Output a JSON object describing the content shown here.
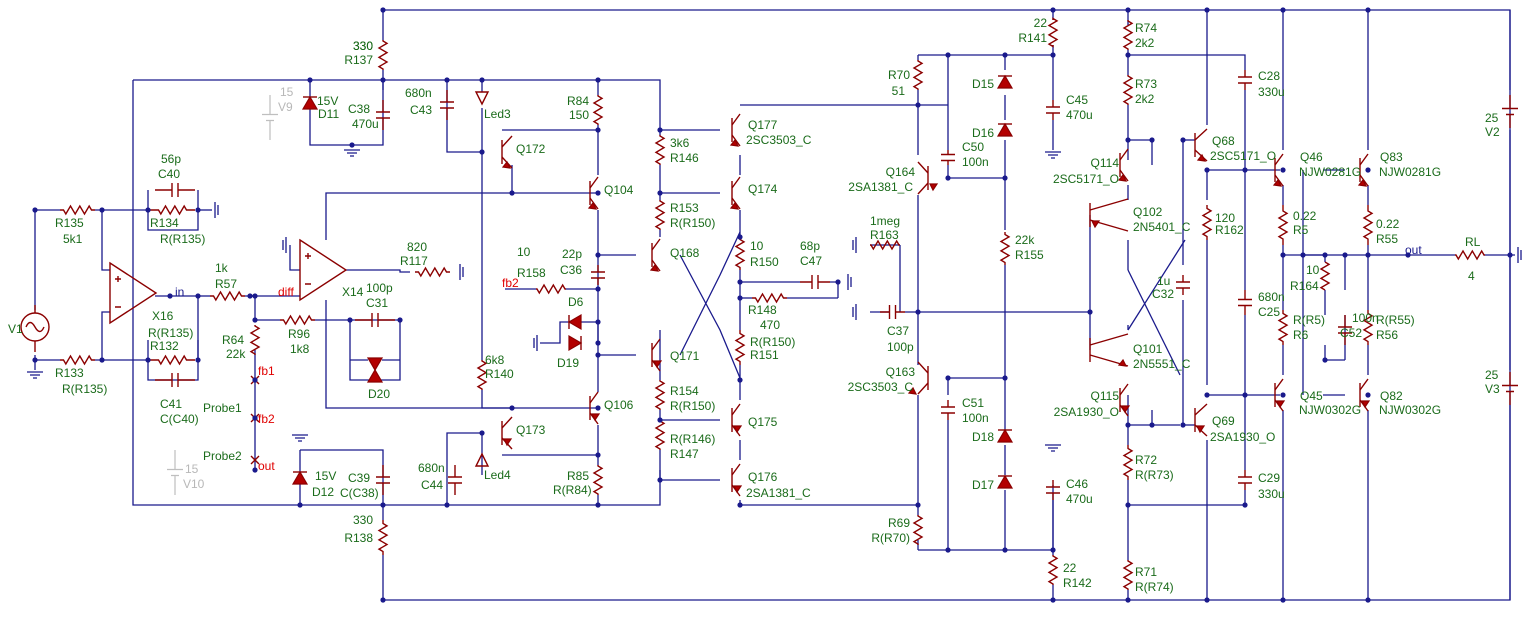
{
  "components": [
    {
      "ref": "R137",
      "value": "330"
    },
    {
      "ref": "R138",
      "value": "330"
    },
    {
      "ref": "V9",
      "value": "15"
    },
    {
      "ref": "V10",
      "value": "15"
    },
    {
      "ref": "D11",
      "value": "15V"
    },
    {
      "ref": "D12",
      "value": "15V"
    },
    {
      "ref": "C38",
      "value": "470u"
    },
    {
      "ref": "C39",
      "value": "C(C38)"
    },
    {
      "ref": "C43",
      "value": "680n"
    },
    {
      "ref": "C44",
      "value": "680n"
    },
    {
      "ref": "Led3",
      "value": ""
    },
    {
      "ref": "Led4",
      "value": ""
    },
    {
      "ref": "R84",
      "value": "150"
    },
    {
      "ref": "R85",
      "value": "R(R84)"
    },
    {
      "ref": "Q172",
      "value": ""
    },
    {
      "ref": "Q173",
      "value": ""
    },
    {
      "ref": "Q104",
      "value": ""
    },
    {
      "ref": "Q106",
      "value": ""
    },
    {
      "ref": "C40",
      "value": "56p"
    },
    {
      "ref": "C41",
      "value": "C(C40)"
    },
    {
      "ref": "R135",
      "value": "5k1"
    },
    {
      "ref": "R134",
      "value": "R(R135)"
    },
    {
      "ref": "R133",
      "value": "R(R135)"
    },
    {
      "ref": "R132",
      "value": "R(R135)"
    },
    {
      "ref": "V1",
      "value": ""
    },
    {
      "ref": "X16",
      "value": ""
    },
    {
      "ref": "X14",
      "value": ""
    },
    {
      "ref": "R57",
      "value": "1k"
    },
    {
      "ref": "R117",
      "value": "820"
    },
    {
      "ref": "C31",
      "value": "100p"
    },
    {
      "ref": "R96",
      "value": "1k8"
    },
    {
      "ref": "R64",
      "value": "22k"
    },
    {
      "ref": "D20",
      "value": ""
    },
    {
      "ref": "R140",
      "value": "6k8"
    },
    {
      "ref": "R158",
      "value": "10"
    },
    {
      "ref": "C36",
      "value": "22p"
    },
    {
      "ref": "D6",
      "value": ""
    },
    {
      "ref": "D19",
      "value": ""
    },
    {
      "ref": "Q168",
      "value": ""
    },
    {
      "ref": "Q171",
      "value": ""
    },
    {
      "ref": "R146",
      "value": "3k6"
    },
    {
      "ref": "R153",
      "value": "R(R150)"
    },
    {
      "ref": "R154",
      "value": "R(R150)"
    },
    {
      "ref": "R147",
      "value": "R(R146)"
    },
    {
      "ref": "Q177",
      "value": "2SC3503_C"
    },
    {
      "ref": "Q174",
      "value": ""
    },
    {
      "ref": "Q175",
      "value": ""
    },
    {
      "ref": "Q176",
      "value": "2SA1381_C"
    },
    {
      "ref": "R150",
      "value": "10"
    },
    {
      "ref": "R148",
      "value": "470"
    },
    {
      "ref": "R151",
      "value": "R(R150)"
    },
    {
      "ref": "C47",
      "value": "68p"
    },
    {
      "ref": "R70",
      "value": "51"
    },
    {
      "ref": "R69",
      "value": "R(R70)"
    },
    {
      "ref": "Q164",
      "value": "2SA1381_C"
    },
    {
      "ref": "Q163",
      "value": "2SC3503_C"
    },
    {
      "ref": "R163",
      "value": "1meg"
    },
    {
      "ref": "C37",
      "value": "100p"
    },
    {
      "ref": "C50",
      "value": "100n"
    },
    {
      "ref": "C51",
      "value": "100n"
    },
    {
      "ref": "R141",
      "value": "22"
    },
    {
      "ref": "R142",
      "value": "22"
    },
    {
      "ref": "C45",
      "value": "470u"
    },
    {
      "ref": "C46",
      "value": "470u"
    },
    {
      "ref": "D15",
      "value": ""
    },
    {
      "ref": "D16",
      "value": ""
    },
    {
      "ref": "D17",
      "value": ""
    },
    {
      "ref": "D18",
      "value": ""
    },
    {
      "ref": "R155",
      "value": "22k"
    },
    {
      "ref": "R74",
      "value": "2k2"
    },
    {
      "ref": "R73",
      "value": "2k2"
    },
    {
      "ref": "R72",
      "value": "R(R73)"
    },
    {
      "ref": "R71",
      "value": "R(R74)"
    },
    {
      "ref": "Q114",
      "value": "2SC5171_O"
    },
    {
      "ref": "Q102",
      "value": "2N5401_C"
    },
    {
      "ref": "Q101",
      "value": "2N5551_C"
    },
    {
      "ref": "Q115",
      "value": "2SA1930_O"
    },
    {
      "ref": "Q68",
      "value": "2SC5171_O"
    },
    {
      "ref": "Q69",
      "value": "2SA1930_O"
    },
    {
      "ref": "C32",
      "value": "1u"
    },
    {
      "ref": "R162",
      "value": "120"
    },
    {
      "ref": "C28",
      "value": "330u"
    },
    {
      "ref": "C29",
      "value": "330u"
    },
    {
      "ref": "C25",
      "value": "680n"
    },
    {
      "ref": "Q46",
      "value": "NJW0281G"
    },
    {
      "ref": "Q83",
      "value": "NJW0281G"
    },
    {
      "ref": "Q45",
      "value": "NJW0302G"
    },
    {
      "ref": "Q82",
      "value": "NJW0302G"
    },
    {
      "ref": "R5",
      "value": "0.22"
    },
    {
      "ref": "R55",
      "value": "0.22"
    },
    {
      "ref": "R6",
      "value": "R(R5)"
    },
    {
      "ref": "R56",
      "value": "R(R55)"
    },
    {
      "ref": "R164",
      "value": "10"
    },
    {
      "ref": "C52",
      "value": "100n"
    },
    {
      "ref": "RL",
      "value": "4"
    },
    {
      "ref": "V2",
      "value": "25"
    },
    {
      "ref": "V3",
      "value": "25"
    }
  ],
  "nets": {
    "in": "in",
    "diff": "diff",
    "fb1": "fb1",
    "fb2": "fb2",
    "out": "out"
  },
  "probes": [
    "Probe1",
    "Probe2"
  ],
  "colors": {
    "wire": "#1a1a8c",
    "component": "#8b0000",
    "label": "#1a6b1a",
    "netlabel": "#e00000",
    "inactive": "#b8b8b8"
  }
}
